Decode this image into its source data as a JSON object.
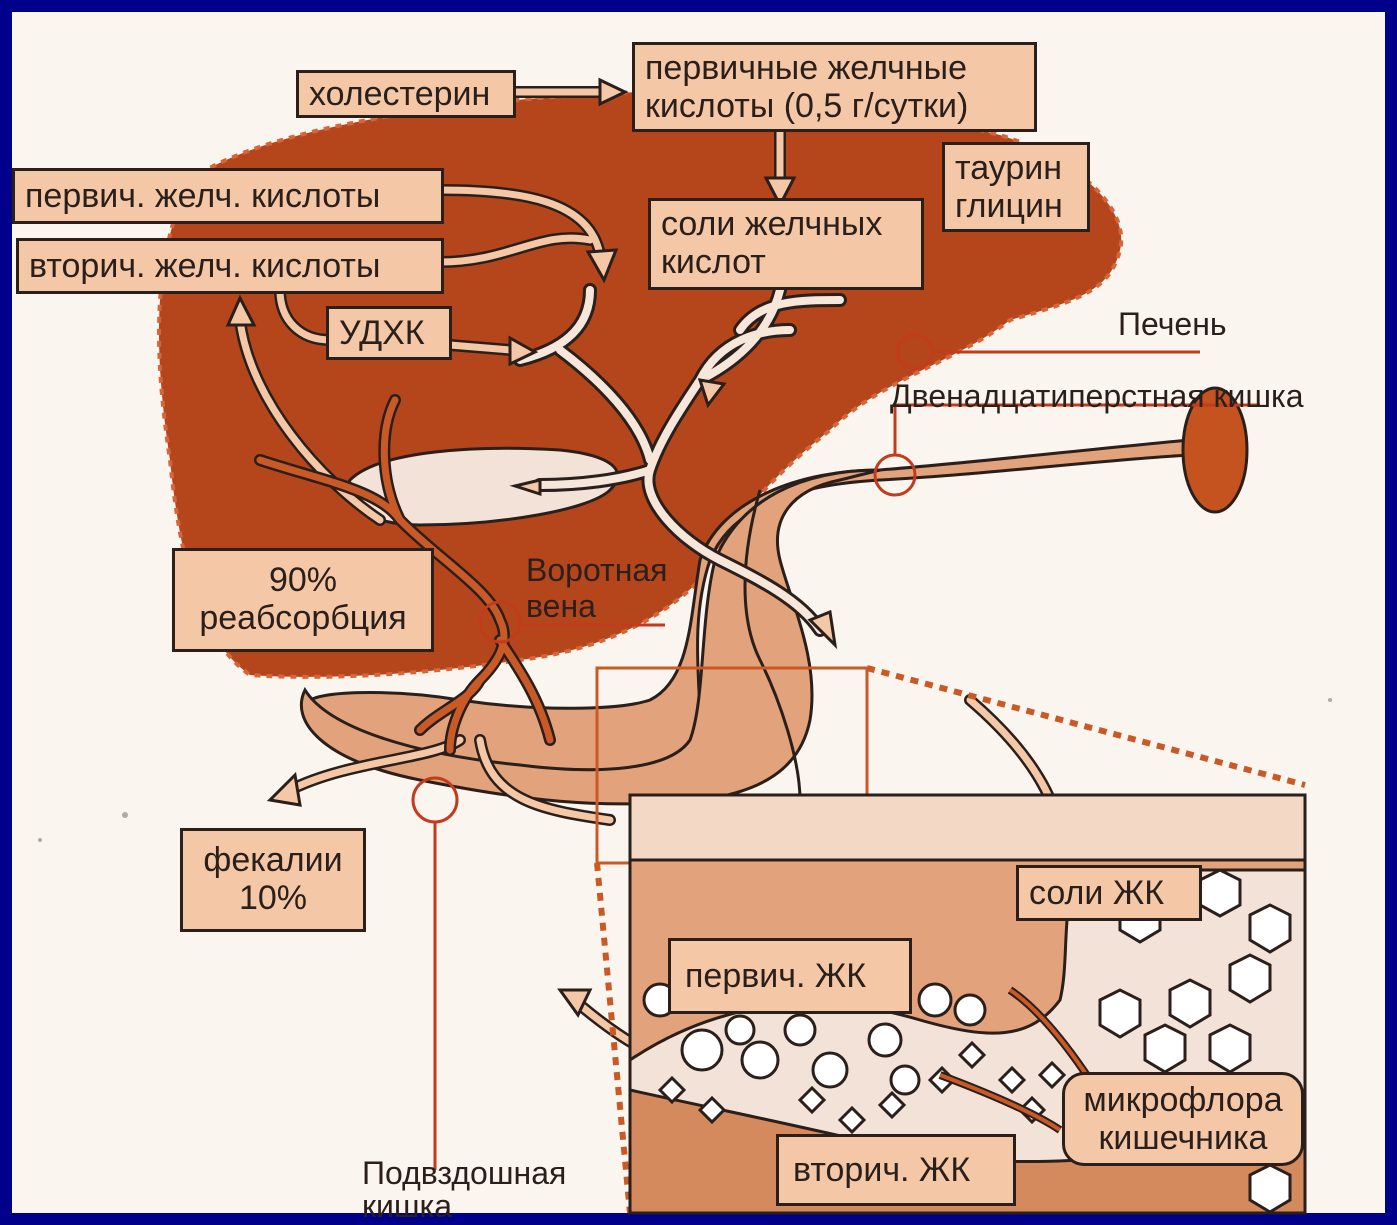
{
  "diagram": {
    "labels": {
      "cholesterol": "холестерин",
      "primary_bile_acids_line1": "первичные желчные",
      "primary_bile_acids_line2": "кислоты (0,5 г/сутки)",
      "taurine": "таурин",
      "glycine": "глицин",
      "primary_short": "первич. желч. кислоты",
      "secondary_short": "вторич. желч. кислоты",
      "bile_salts_line1": "соли желчных",
      "bile_salts_line2": "кислот",
      "udca": "УДХК",
      "liver": "Печень",
      "duodenum": "Двенадцатиперстная кишка",
      "portal_vein_line1": "Воротная",
      "portal_vein_line2": "вена",
      "reabsorption_line1": "90%",
      "reabsorption_line2": "реабсорбция",
      "feces_line1": "фекалии",
      "feces_line2": "10%",
      "ileum_line1": "Подвздошная",
      "ileum_line2": "кишка",
      "bile_acid_salts": "соли ЖК",
      "primary_ba": "первич. ЖК",
      "secondary_ba": "вторич. ЖК",
      "microflora_line1": "микрофлора",
      "microflora_line2": "кишечника"
    },
    "colors": {
      "background_frame": "#00008b",
      "page": "#fbf5ef",
      "liver": "#b5461c",
      "intestine": "#e2a27b",
      "pale": "#f4c7a7",
      "vessel": "#c95a27",
      "outline": "#2a1f1a",
      "accent_line": "#c23b1c"
    }
  }
}
